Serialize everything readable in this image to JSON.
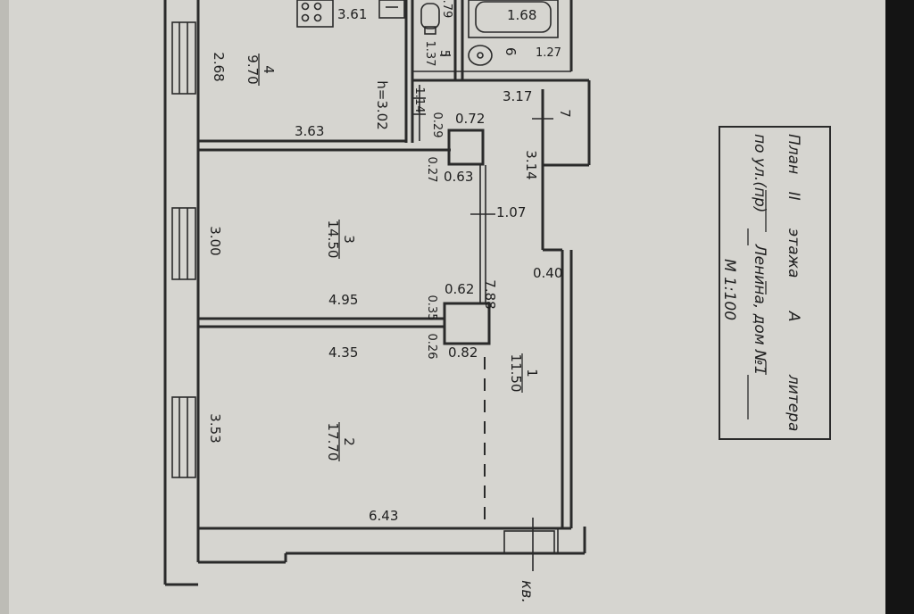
{
  "title_block": {
    "line1": {
      "prefix": "План",
      "floor": "II",
      "middle": "этажа",
      "litera_value": "А",
      "suffix": "литера"
    },
    "line2": {
      "prefix": "по ул.(пр)",
      "address": "Ленина, дом №1"
    },
    "line3": "М 1:100"
  },
  "rooms": [
    {
      "number": "4",
      "area": "9.70"
    },
    {
      "number": "3",
      "area": "14.50"
    },
    {
      "number": "2",
      "area": "17.70"
    },
    {
      "number": "1",
      "area": "11.50"
    },
    {
      "number": "5",
      "area": "1.37"
    },
    {
      "number": "6",
      "area": "1.68"
    },
    {
      "number": "7",
      "area": ""
    }
  ],
  "dimensions": {
    "d_3_61": "3.61",
    "d_2_68": "2.68",
    "d_h": "h=3.02",
    "d_1_14": "1.14",
    "d_0_29": "0.29",
    "d_0_72": "0.72",
    "d_3_63": "3.63",
    "d_0_27": "0.27",
    "d_0_63": "0.63",
    "d_3_14": "3.14",
    "d_3_17": "3.17",
    "d_1_27": "1.27",
    "d_0_79": ".79",
    "d_1_07": "1.07",
    "d_3_00": "3.00",
    "d_0_40": "0.40",
    "d_7_88": "7.88",
    "d_0_62": "0.62",
    "d_4_95": "4.95",
    "d_0_35": "0.35",
    "d_4_35": "4.35",
    "d_0_26": "0.26",
    "d_0_82": "0.82",
    "d_3_53": "3.53",
    "d_6_43": "6.43"
  },
  "apartment_label": "кв."
}
